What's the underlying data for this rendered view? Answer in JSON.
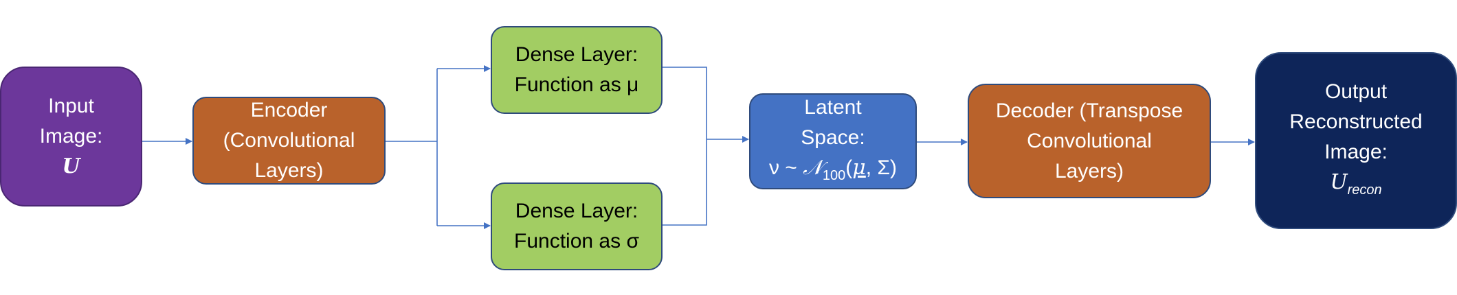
{
  "nodes": {
    "input": {
      "lines": [
        "Input",
        "Image:"
      ],
      "symbol": "U",
      "color": "#6c379b"
    },
    "encoder": {
      "lines": [
        "Encoder",
        "(Convolutional",
        "Layers)"
      ],
      "color": "#b9622b"
    },
    "dense_mu": {
      "lines": [
        "Dense Layer:",
        "Function as μ"
      ],
      "color": "#a2cd63"
    },
    "dense_sigma": {
      "lines": [
        "Dense Layer:",
        "Function as σ"
      ],
      "color": "#a2cd63"
    },
    "latent": {
      "lines": [
        "Latent",
        "Space:"
      ],
      "formula": {
        "var": "ν",
        "rel": " ~ ",
        "dist": "𝒩",
        "dist_sub": "100",
        "open": "(",
        "mean": "μ",
        "sep": ", ",
        "cov": "Σ",
        "close": ")"
      },
      "color": "#4472c4"
    },
    "decoder": {
      "lines": [
        "Decoder (Transpose",
        "Convolutional",
        "Layers)"
      ],
      "color": "#b9622b"
    },
    "output": {
      "lines": [
        "Output",
        "Reconstructed",
        "Image:"
      ],
      "symbol": "U",
      "symbol_sub": "recon",
      "color": "#0e2559"
    }
  },
  "colors": {
    "connector": "#4472c4",
    "border": "#2f4b7c"
  }
}
